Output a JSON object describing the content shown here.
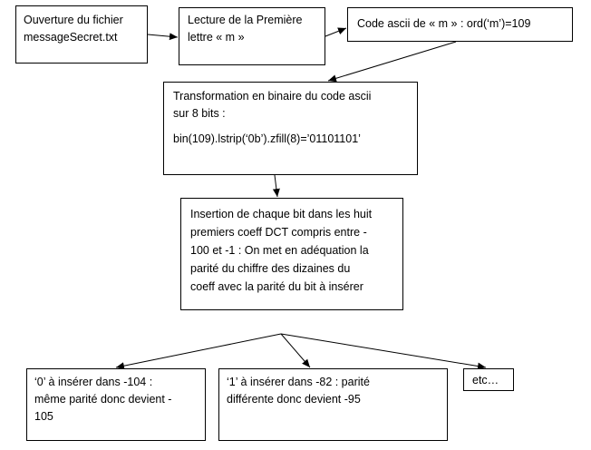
{
  "boxes": {
    "open_file": {
      "lines": [
        "Ouverture du fichier",
        "messageSecret.txt"
      ]
    },
    "read_letter": {
      "lines": [
        "Lecture de la Première",
        "lettre « m »"
      ]
    },
    "ascii_code": {
      "lines": [
        "Code ascii de « m » : ord(‘m’)=109"
      ]
    },
    "binary": {
      "lines": [
        "Transformation en binaire du code ascii",
        "sur 8 bits :"
      ],
      "code": "bin(109).lstrip(‘0b’).zfill(8)=’01101101’"
    },
    "insertion": {
      "lines": [
        "Insertion de chaque bit dans les huit",
        "premiers coeff DCT compris entre -",
        "100 et -1 : On met en adéquation la",
        "parité du chiffre des dizaines du",
        "coeff avec la parité du bit à insérer"
      ]
    },
    "bit0": {
      "lines": [
        "‘0’ à insérer dans -104 :",
        "même parité donc devient -",
        "105"
      ]
    },
    "bit1": {
      "lines": [
        "‘1’ à insérer dans -82 : parité",
        "différente donc devient -95"
      ]
    },
    "etc": {
      "lines": [
        "etc…"
      ]
    }
  }
}
